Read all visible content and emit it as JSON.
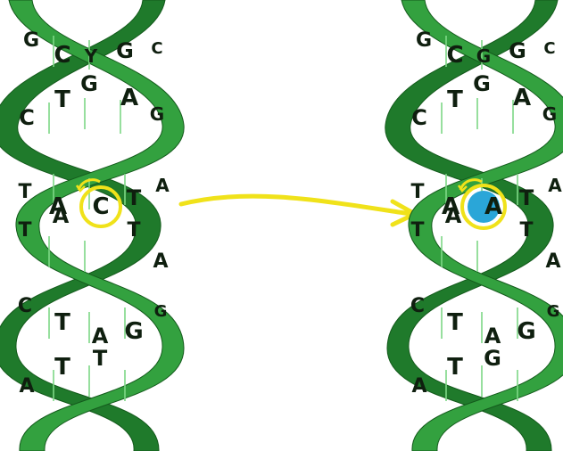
{
  "colors": {
    "ribbon": "#2f9a3a",
    "ribbon_dark": "#1d6d27",
    "ribbon_light": "#55c060",
    "letter": "#0f1f0f",
    "highlight": "#f0e21a",
    "mutation_fill": "#2aa6d8",
    "background": "#ffffff"
  },
  "left_helix": {
    "letters": [
      "G",
      "C",
      "Y",
      "G",
      "C",
      "C",
      "T",
      "G",
      "A",
      "G",
      "T",
      "A",
      "C",
      "T",
      "A",
      "T",
      "A",
      "T",
      "A",
      "C",
      "T",
      "A",
      "G",
      "G",
      "A",
      "T",
      "T"
    ],
    "highlighted_base": "C"
  },
  "right_helix": {
    "letters": [
      "G",
      "C",
      "G",
      "G",
      "C",
      "C",
      "T",
      "G",
      "A",
      "G",
      "T",
      "A",
      "A",
      "T",
      "A",
      "T",
      "A",
      "T",
      "A",
      "C",
      "T",
      "A",
      "G",
      "G",
      "A",
      "T",
      "G"
    ],
    "highlighted_base": "A"
  },
  "icons": {
    "arrow": "right-arrow-icon",
    "circle": "highlight-circle-icon"
  }
}
